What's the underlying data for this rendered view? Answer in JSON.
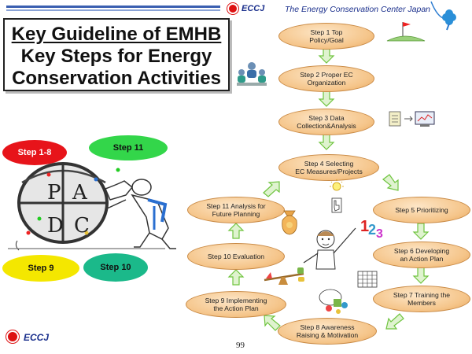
{
  "header": {
    "logo_text": "ECCJ",
    "org_name": "The Energy Conservation Center Japan"
  },
  "title": {
    "line1": "Key Guideline of EMHB",
    "line2": "Key Steps for Energy",
    "line3": "Conservation Activities"
  },
  "steps": {
    "s1": [
      "Step 1 Top",
      "Policy/Goal"
    ],
    "s2": [
      "Step 2 Proper EC",
      "Organization"
    ],
    "s3": [
      "Step 3 Data",
      "Collection&Analysis"
    ],
    "s4": [
      "Step 4 Selecting",
      "EC Measures/Projects"
    ],
    "s5": [
      "Step 5 Prioritizing"
    ],
    "s6": [
      "Step 6 Developing",
      "an Action Plan"
    ],
    "s7": [
      "Step 7 Training the",
      "Members"
    ],
    "s8": [
      "Step 8 Awareness",
      "Raising & Motivation"
    ],
    "s9": [
      "Step 9 Implementing",
      "the Action Plan"
    ],
    "s10": [
      "Step 10 Evaluation"
    ],
    "s11": [
      "Step 11 Analysis for",
      "Future Planning"
    ]
  },
  "pdca": {
    "letters": [
      "P",
      "A",
      "D",
      "C"
    ],
    "bubbles": {
      "b18": "Step 1-8",
      "b11": "Step 11",
      "b9": "Step 9",
      "b10": "Step 10"
    }
  },
  "footer": {
    "page": "99",
    "logo_text": "ECCJ"
  },
  "colors": {
    "oval_fill": "#f5c58a",
    "arrow": "#6fc43f",
    "accent_blue": "#1a2f8c",
    "logo_red": "#dd1111"
  }
}
